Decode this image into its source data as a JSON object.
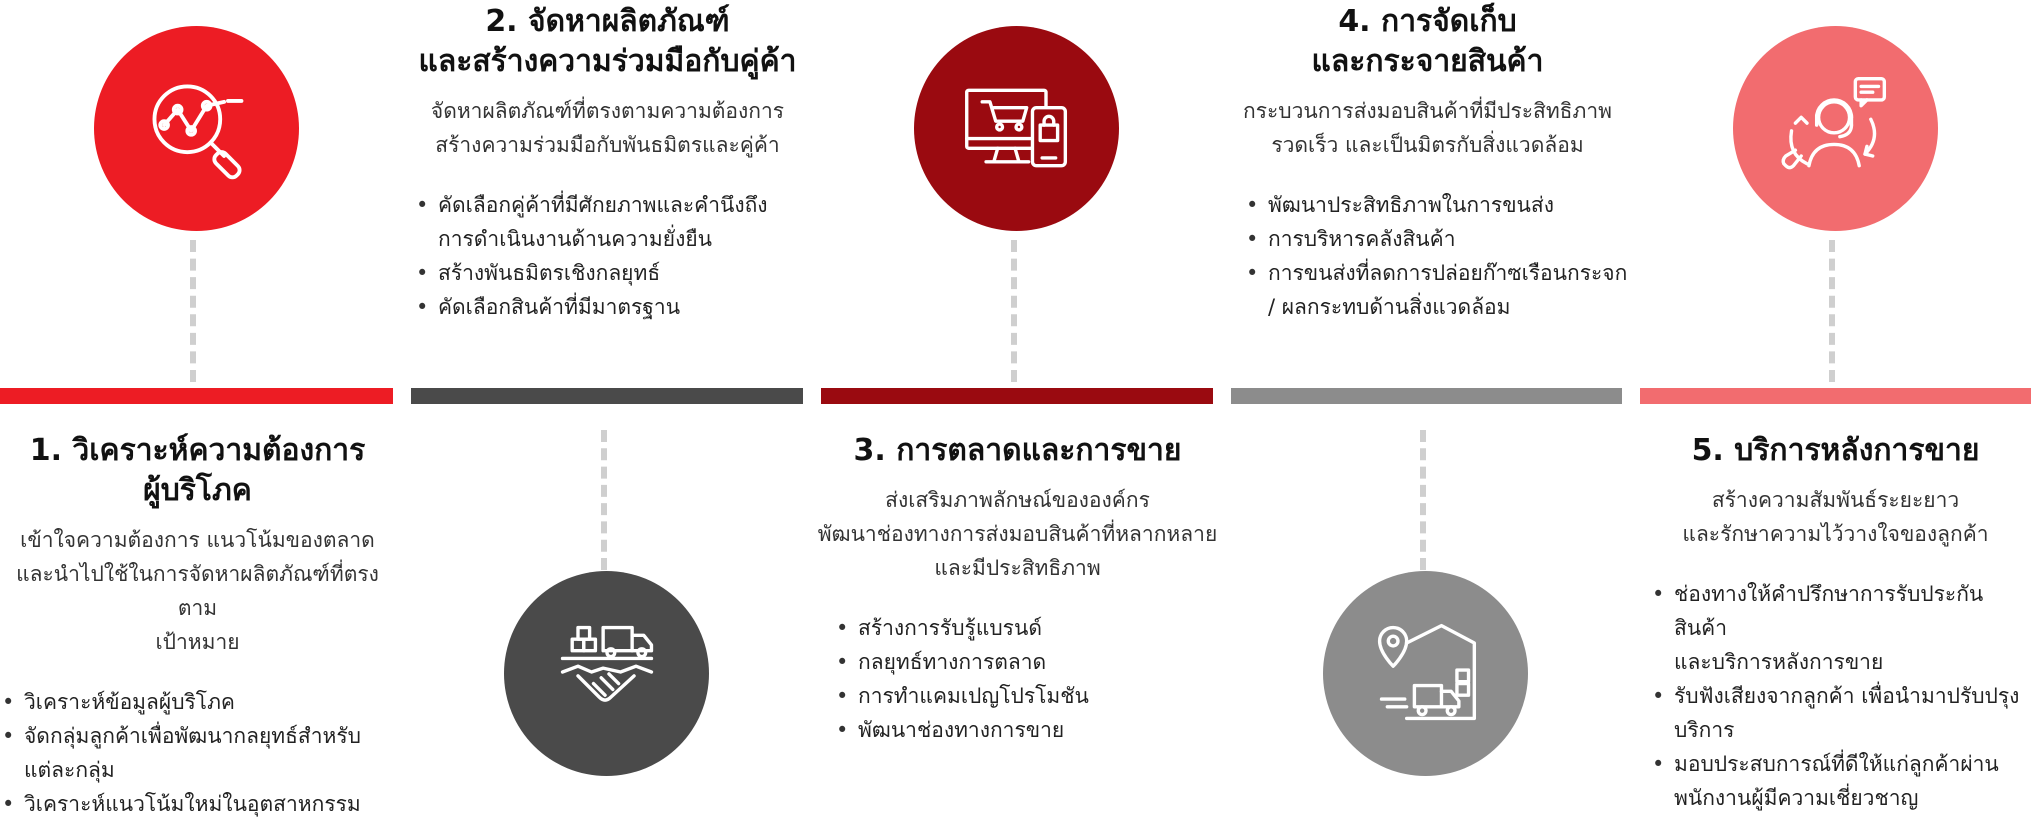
{
  "colors": {
    "red": "#ed1c24",
    "dark_gray": "#4a4a4a",
    "dark_red": "#9a0a10",
    "gray": "#8c8c8c",
    "pink": "#f26c6f",
    "dash": "#cfcfcf"
  },
  "steps": [
    {
      "title": [
        "1. วิเคราะห์ความต้องการ",
        "ผู้บริโภค"
      ],
      "description": [
        "เข้าใจความต้องการ แนวโน้มของตลาด",
        "และนำไปใช้ในการจัดหาผลิตภัณฑ์ที่ตรงตาม",
        "เป้าหมาย"
      ],
      "bullets": [
        [
          "วิเคราะห์ข้อมูลผู้บริโภค"
        ],
        [
          "จัดกลุ่มลูกค้าเพื่อพัฒนากลยุทธ์สำหรับ",
          "แต่ละกลุ่ม"
        ],
        [
          "วิเคราะห์แนวโน้มใหม่ในอุตสาหกรรม"
        ]
      ],
      "icon": "analytics-magnifier-icon",
      "color": "#ed1c24"
    },
    {
      "title": [
        "2. จัดหาผลิตภัณฑ์",
        "และสร้างความร่วมมือกับคู่ค้า"
      ],
      "description": [
        "จัดหาผลิตภัณฑ์ที่ตรงตามความต้องการ",
        "สร้างความร่วมมือกับพันธมิตรและคู่ค้า"
      ],
      "bullets": [
        [
          "คัดเลือกคู่ค้าที่มีศักยภาพและคำนึงถึง",
          "การดำเนินงานด้านความยั่งยืน"
        ],
        [
          "สร้างพันธมิตรเชิงกลยุทธ์"
        ],
        [
          "คัดเลือกสินค้าที่มีมาตรฐาน"
        ]
      ],
      "icon": "handshake-truck-icon",
      "color": "#4a4a4a"
    },
    {
      "title": [
        "3. การตลาดและการขาย"
      ],
      "description": [
        "ส่งเสริมภาพลักษณ์ขององค์กร",
        "พัฒนาช่องทางการส่งมอบสินค้าที่หลากหลาย",
        "และมีประสิทธิภาพ"
      ],
      "bullets": [
        [
          "สร้างการรับรู้แบรนด์"
        ],
        [
          "กลยุทธ์ทางการตลาด"
        ],
        [
          "การทำแคมเปญโปรโมชัน"
        ],
        [
          "พัฒนาช่องทางการขาย"
        ]
      ],
      "icon": "online-shopping-icon",
      "color": "#9a0a10"
    },
    {
      "title": [
        "4. การจัดเก็บ",
        "และกระจายสินค้า"
      ],
      "description": [
        "กระบวนการส่งมอบสินค้าที่มีประสิทธิภาพ",
        "รวดเร็ว และเป็นมิตรกับสิ่งแวดล้อม"
      ],
      "bullets": [
        [
          "พัฒนาประสิทธิภาพในการขนส่ง"
        ],
        [
          "การบริหารคลังสินค้า"
        ],
        [
          "การขนส่งที่ลดการปล่อยก๊าซเรือนกระจก",
          "/ ผลกระทบด้านสิ่งแวดล้อม"
        ]
      ],
      "icon": "warehouse-location-icon",
      "color": "#8c8c8c"
    },
    {
      "title": [
        "5. บริการหลังการขาย"
      ],
      "description": [
        "สร้างความสัมพันธ์ระยะยาว",
        "และรักษาความไว้วางใจของลูกค้า"
      ],
      "bullets": [
        [
          "ช่องทางให้คำปรึกษาการรับประกันสินค้า",
          "และบริการหลังการขาย"
        ],
        [
          "รับฟังเสียงจากลูกค้า เพื่อนำมาปรับปรุง",
          "บริการ"
        ],
        [
          "มอบประสบการณ์ที่ดีให้แก่ลูกค้าผ่าน",
          "พนักงานผู้มีความเชี่ยวชาญ"
        ]
      ],
      "icon": "customer-support-icon",
      "color": "#f26c6f"
    }
  ]
}
